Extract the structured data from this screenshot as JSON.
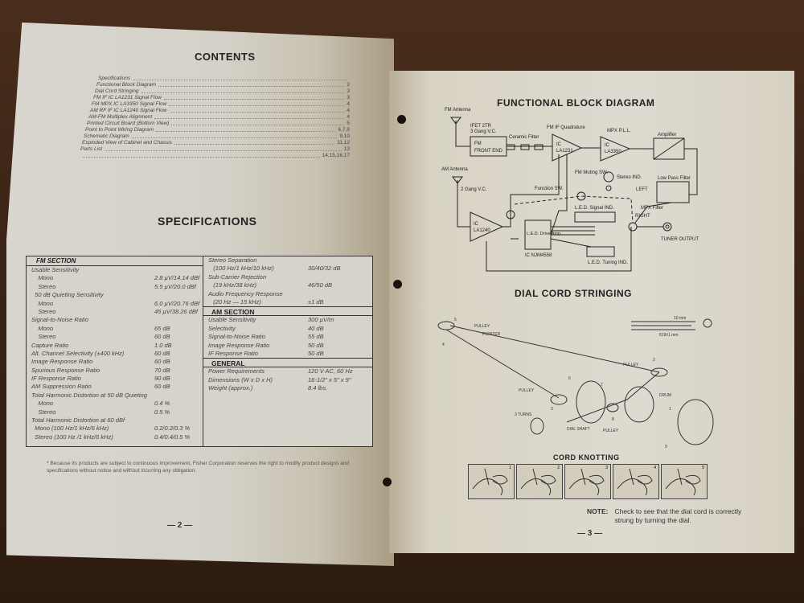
{
  "left_page": {
    "contents_title": "CONTENTS",
    "toc": [
      {
        "label": "Specifications",
        "page": ""
      },
      {
        "label": "Functional Block Diagram",
        "page": "2"
      },
      {
        "label": "Dial Cord Stringing",
        "page": "3"
      },
      {
        "label": "FM IF IC LA1231 Signal Flow",
        "page": "3"
      },
      {
        "label": "FM MPX IC LA3350 Signal Flow",
        "page": "4"
      },
      {
        "label": "AM RF IF IC LA1240 Signal Flow",
        "page": "4"
      },
      {
        "label": "AM-FM Multiplex Alignment",
        "page": "4"
      },
      {
        "label": "Printed Circuit Board (Bottom View)",
        "page": "5"
      },
      {
        "label": "Point to Point Wiring Diagram",
        "page": "6,7,8"
      },
      {
        "label": "Schematic Diagram",
        "page": "9,10"
      },
      {
        "label": "Exploded View of Cabinet and Chassis",
        "page": "11,12"
      },
      {
        "label": "Parts List",
        "page": "13"
      },
      {
        "label": "",
        "page": "14,15,16,17"
      }
    ],
    "specs_title": "SPECIFICATIONS",
    "fm_section": {
      "title": "FM SECTION",
      "rows": [
        {
          "k": "Usable Sensitivity",
          "v": ""
        },
        {
          "k": "    Mono",
          "v": "2.8 µV/14.14 dBf"
        },
        {
          "k": "    Stereo",
          "v": "5.5 µV/20.0 dBf"
        },
        {
          "k": "  50 dB Quieting Sensitivity",
          "v": ""
        },
        {
          "k": "    Mono",
          "v": "6.0 µV/20.76 dBf"
        },
        {
          "k": "    Stereo",
          "v": "45 µV/38.26 dBf"
        },
        {
          "k": "Signal-to-Noise Ratio",
          "v": ""
        },
        {
          "k": "    Mono",
          "v": "65 dB"
        },
        {
          "k": "    Stereo",
          "v": "60 dB"
        },
        {
          "k": "Capture Ratio",
          "v": "1.0 dB"
        },
        {
          "k": "Alt. Channel Selectivity (±400 kHz)",
          "v": "60 dB"
        },
        {
          "k": "Image Response Ratio",
          "v": "60 dB"
        },
        {
          "k": "Spurious Response Ratio",
          "v": "70 dB"
        },
        {
          "k": "IF Response Ratio",
          "v": "90 dB"
        },
        {
          "k": "AM Suppression Ratio",
          "v": "60 dB"
        },
        {
          "k": "Total Harmonic Distortion at 50 dB Quieting",
          "v": ""
        },
        {
          "k": "    Mono",
          "v": "0.4 %"
        },
        {
          "k": "    Stereo",
          "v": "0.5 %"
        },
        {
          "k": "Total Harmonic Distortion at 60 dBf",
          "v": ""
        },
        {
          "k": "  Mono (100 Hz/1 kHz/6 kHz)",
          "v": "0.2/0.2/0.3 %"
        },
        {
          "k": "  Stereo (100 Hz /1 kHz/6 kHz)",
          "v": "0.4/0.4/0.5 %"
        }
      ]
    },
    "fm_cont": [
      {
        "k": "Stereo Separation",
        "v": ""
      },
      {
        "k": "   (100 Hz/1 kHz/10 kHz)",
        "v": "30/40/32 dB"
      },
      {
        "k": "Sub-Carrier Rejection",
        "v": ""
      },
      {
        "k": "   (19 kHz/38 kHz)",
        "v": "46/50 dB"
      },
      {
        "k": "Audio Frequency Response",
        "v": ""
      },
      {
        "k": "   (20 Hz — 15 kHz)",
        "v": "±1 dB"
      }
    ],
    "am_section": {
      "title": "AM SECTION",
      "rows": [
        {
          "k": "Usable Sensitivity",
          "v": "300 µV/m"
        },
        {
          "k": "Selectivity",
          "v": "40 dB"
        },
        {
          "k": "Signal-to-Noise Ratio",
          "v": "55 dB"
        },
        {
          "k": "Image Response Ratio",
          "v": "50 dB"
        },
        {
          "k": "IF Response Ratio",
          "v": "50 dB"
        }
      ]
    },
    "general": {
      "title": "GENERAL",
      "rows": [
        {
          "k": "Power Requirements",
          "v": "120 V AC, 60 Hz"
        },
        {
          "k": "Dimensions (W x D x H)",
          "v": "16-1/2\" x 5\" x 9\""
        },
        {
          "k": "Weight (approx.)",
          "v": "8.4 lbs."
        }
      ]
    },
    "footnote": "* Because its products are subject to continuous improvement, Fisher Corporation reserves the right to modify product designs and specifications without notice and without incurring any obligation.",
    "page_number": "— 2 —"
  },
  "right_page": {
    "block_title": "FUNCTIONAL BLOCK DIAGRAM",
    "block": {
      "fm_antenna": "FM Antenna",
      "ifet": "IFET 2TR",
      "gang3": "3 Gang V.C.",
      "fm_front_end_1": "FM",
      "fm_front_end_2": "FRONT END",
      "ceramic": "Ceramic Filter",
      "fm_if": "FM IF Quadrature",
      "ic1": "IC",
      "ic1_name": "LA1231",
      "mpx": "MPX P.L.L.",
      "ic2": "IC",
      "ic2_name": "LA3350",
      "amplifier": "Amplifier",
      "muting": "FM Muting SW.",
      "stereo_ind": "Stereo IND.",
      "am_antenna": "AM Antenna",
      "gang2": "2 Gang V.C.",
      "function_sw": "Function SW.",
      "left": "LEFT",
      "right": "RIGHT",
      "low_pass": "Low Pass Filter",
      "mpx_filter": "MPX Filter",
      "ic3": "IC",
      "ic3_name": "LA1240",
      "led_signal": "L.E.D. Signal IND.",
      "led_drive": "L.E.D. Drive Amp.",
      "ic4": "IC NJM4558",
      "led_tuning": "L.E.D. Tuning IND.",
      "tuner_output": "TUNER OUTPUT"
    },
    "dial_title": "DIAL CORD STRINGING",
    "dial": {
      "pulley": "PULLEY",
      "pointer": "POINTER",
      "drum": "DRUM",
      "three_turns": "3 TURNS",
      "dial_shaft": "DIAL SHAFT",
      "dim1": "10 mm",
      "dim2": "619±1 mm",
      "steps": [
        "1",
        "2",
        "3",
        "4",
        "5",
        "6",
        "7",
        "8",
        "9"
      ]
    },
    "knot_title": "CORD KNOTTING",
    "knot_steps": [
      "1",
      "2",
      "3",
      "4",
      "5"
    ],
    "note_label": "NOTE:",
    "note_text": "Check to see that the dial cord is correctly strung by turning the dial.",
    "page_number": "— 3 —"
  }
}
